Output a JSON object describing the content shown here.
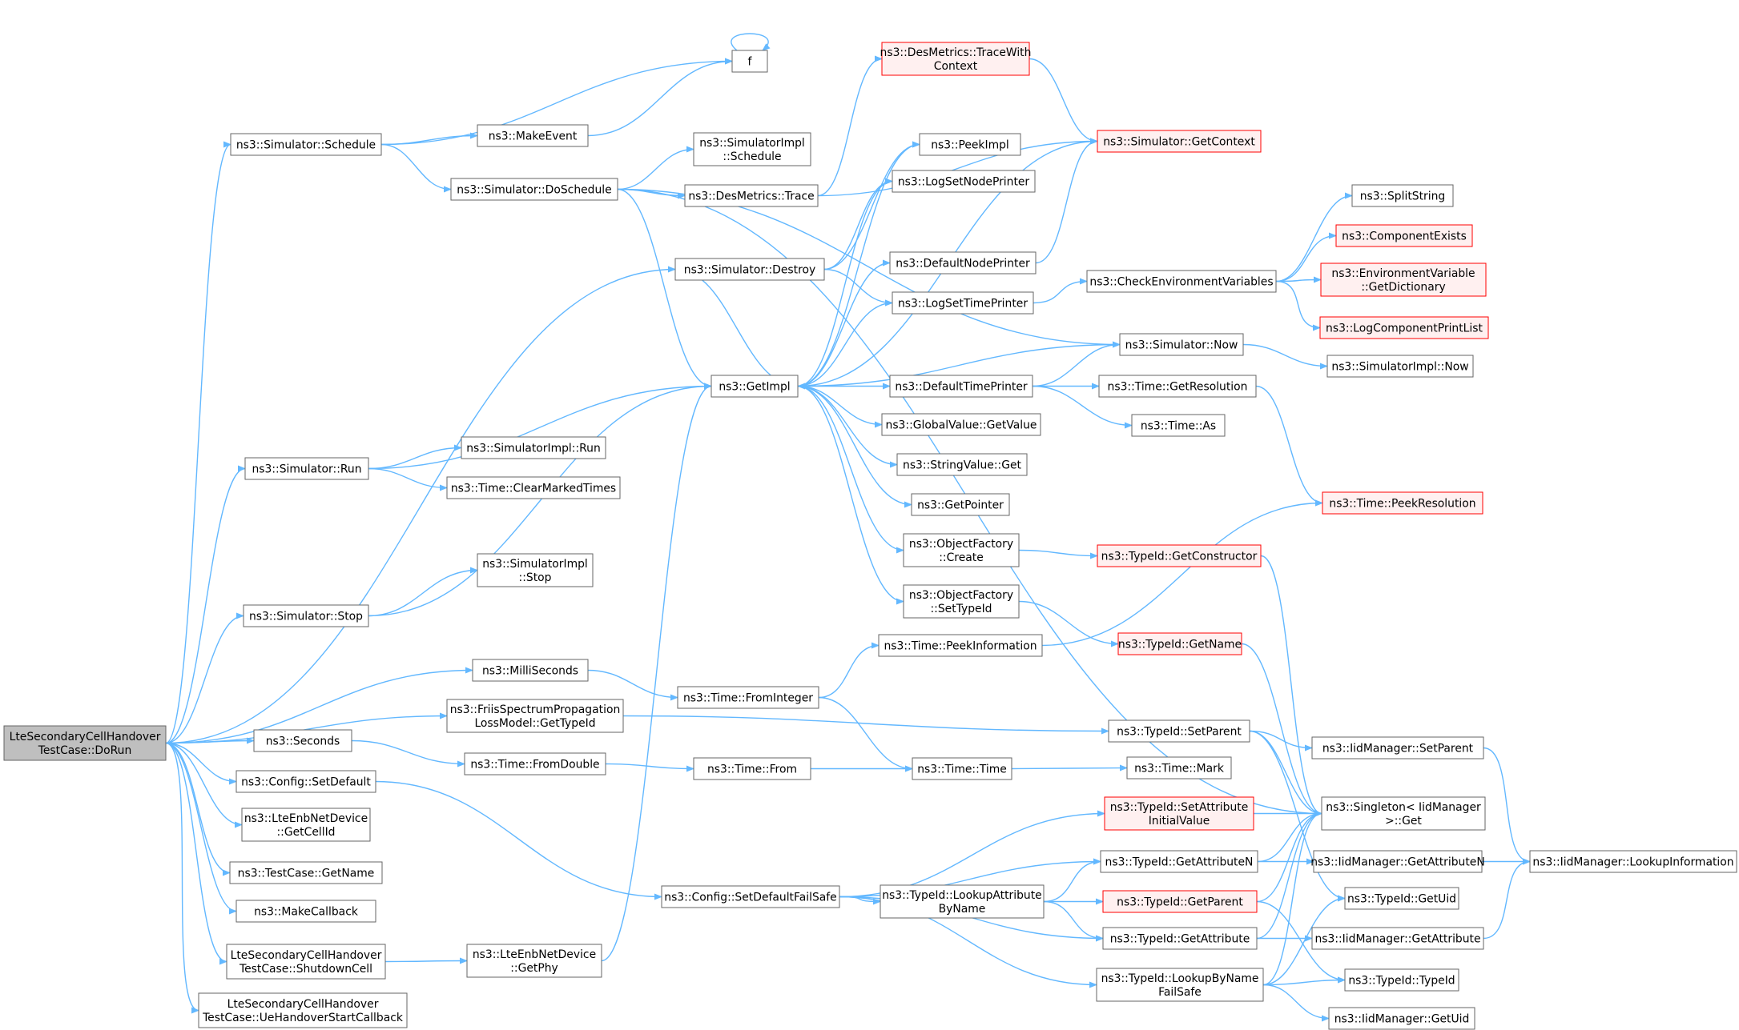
{
  "nodes": [
    {
      "id": "root",
      "lines": [
        "LteSecondaryCellHandover",
        "TestCase::DoRun"
      ],
      "style": "root"
    },
    {
      "id": "f",
      "lines": [
        "f"
      ]
    },
    {
      "id": "schedule",
      "lines": [
        "ns3::Simulator::Schedule"
      ]
    },
    {
      "id": "makeevent",
      "lines": [
        "ns3::MakeEvent"
      ]
    },
    {
      "id": "doschedule",
      "lines": [
        "ns3::Simulator::DoSchedule"
      ]
    },
    {
      "id": "implschedule",
      "lines": [
        "ns3::SimulatorImpl",
        "::Schedule"
      ]
    },
    {
      "id": "trace",
      "lines": [
        "ns3::DesMetrics::Trace"
      ]
    },
    {
      "id": "tracewith",
      "lines": [
        "ns3::DesMetrics::TraceWith",
        "Context"
      ],
      "style": "red"
    },
    {
      "id": "getcontext",
      "lines": [
        "ns3::Simulator::GetContext"
      ],
      "style": "red"
    },
    {
      "id": "peekimpl",
      "lines": [
        "ns3::PeekImpl"
      ]
    },
    {
      "id": "lognodeprinter",
      "lines": [
        "ns3::LogSetNodePrinter"
      ]
    },
    {
      "id": "destroy",
      "lines": [
        "ns3::Simulator::Destroy"
      ]
    },
    {
      "id": "defnodeprinter",
      "lines": [
        "ns3::DefaultNodePrinter"
      ]
    },
    {
      "id": "logtimeprinter",
      "lines": [
        "ns3::LogSetTimePrinter"
      ]
    },
    {
      "id": "checkenv",
      "lines": [
        "ns3::CheckEnvironmentVariables"
      ]
    },
    {
      "id": "splitstring",
      "lines": [
        "ns3::SplitString"
      ]
    },
    {
      "id": "compexists",
      "lines": [
        "ns3::ComponentExists"
      ],
      "style": "red"
    },
    {
      "id": "envdict",
      "lines": [
        "ns3::EnvironmentVariable",
        "::GetDictionary"
      ],
      "style": "red"
    },
    {
      "id": "logcomplist",
      "lines": [
        "ns3::LogComponentPrintList"
      ],
      "style": "red"
    },
    {
      "id": "simnow",
      "lines": [
        "ns3::Simulator::Now"
      ]
    },
    {
      "id": "implnow",
      "lines": [
        "ns3::SimulatorImpl::Now"
      ]
    },
    {
      "id": "getimpl",
      "lines": [
        "ns3::GetImpl"
      ]
    },
    {
      "id": "deftimeprinter",
      "lines": [
        "ns3::DefaultTimePrinter"
      ]
    },
    {
      "id": "getresolution",
      "lines": [
        "ns3::Time::GetResolution"
      ]
    },
    {
      "id": "timeas",
      "lines": [
        "ns3::Time::As"
      ]
    },
    {
      "id": "globalget",
      "lines": [
        "ns3::GlobalValue::GetValue"
      ]
    },
    {
      "id": "stringget",
      "lines": [
        "ns3::StringValue::Get"
      ]
    },
    {
      "id": "getpointer",
      "lines": [
        "ns3::GetPointer"
      ]
    },
    {
      "id": "ofcreate",
      "lines": [
        "ns3::ObjectFactory",
        "::Create"
      ]
    },
    {
      "id": "getconstructor",
      "lines": [
        "ns3::TypeId::GetConstructor"
      ],
      "style": "red"
    },
    {
      "id": "ofsettypeid",
      "lines": [
        "ns3::ObjectFactory",
        "::SetTypeId"
      ]
    },
    {
      "id": "getname",
      "lines": [
        "ns3::TypeId::GetName"
      ],
      "style": "red"
    },
    {
      "id": "peekresolution",
      "lines": [
        "ns3::Time::PeekResolution"
      ],
      "style": "red"
    },
    {
      "id": "run",
      "lines": [
        "ns3::Simulator::Run"
      ]
    },
    {
      "id": "implrun",
      "lines": [
        "ns3::SimulatorImpl::Run"
      ]
    },
    {
      "id": "clearmarked",
      "lines": [
        "ns3::Time::ClearMarkedTimes"
      ]
    },
    {
      "id": "implstop",
      "lines": [
        "ns3::SimulatorImpl",
        "::Stop"
      ]
    },
    {
      "id": "stop",
      "lines": [
        "ns3::Simulator::Stop"
      ]
    },
    {
      "id": "peekinfo",
      "lines": [
        "ns3::Time::PeekInformation"
      ]
    },
    {
      "id": "millis",
      "lines": [
        "ns3::MilliSeconds"
      ]
    },
    {
      "id": "frominteger",
      "lines": [
        "ns3::Time::FromInteger"
      ]
    },
    {
      "id": "friis",
      "lines": [
        "ns3::FriisSpectrumPropagation",
        "LossModel::GetTypeId"
      ]
    },
    {
      "id": "setparent",
      "lines": [
        "ns3::TypeId::SetParent"
      ]
    },
    {
      "id": "iidsetparent",
      "lines": [
        "ns3::IidManager::SetParent"
      ]
    },
    {
      "id": "seconds",
      "lines": [
        "ns3::Seconds"
      ]
    },
    {
      "id": "fromdouble",
      "lines": [
        "ns3::Time::FromDouble"
      ]
    },
    {
      "id": "timefrom",
      "lines": [
        "ns3::Time::From"
      ]
    },
    {
      "id": "timetime",
      "lines": [
        "ns3::Time::Time"
      ]
    },
    {
      "id": "timemark",
      "lines": [
        "ns3::Time::Mark"
      ]
    },
    {
      "id": "setdefault",
      "lines": [
        "ns3::Config::SetDefault"
      ]
    },
    {
      "id": "getcellid",
      "lines": [
        "ns3::LteEnbNetDevice",
        "::GetCellId"
      ]
    },
    {
      "id": "setattrinit",
      "lines": [
        "ns3::TypeId::SetAttribute",
        "InitialValue"
      ],
      "style": "red"
    },
    {
      "id": "singleton",
      "lines": [
        "ns3::Singleton< IidManager",
        ">::Get"
      ]
    },
    {
      "id": "testgetname",
      "lines": [
        "ns3::TestCase::GetName"
      ]
    },
    {
      "id": "getattrn",
      "lines": [
        "ns3::TypeId::GetAttributeN"
      ]
    },
    {
      "id": "iidgetattrn",
      "lines": [
        "ns3::IidManager::GetAttributeN"
      ]
    },
    {
      "id": "lookupinfo",
      "lines": [
        "ns3::IidManager::LookupInformation"
      ]
    },
    {
      "id": "setdefaultfs",
      "lines": [
        "ns3::Config::SetDefaultFailSafe"
      ]
    },
    {
      "id": "lookupattr",
      "lines": [
        "ns3::TypeId::LookupAttribute",
        "ByName"
      ]
    },
    {
      "id": "getparent",
      "lines": [
        "ns3::TypeId::GetParent"
      ],
      "style": "red"
    },
    {
      "id": "getuid",
      "lines": [
        "ns3::TypeId::GetUid"
      ]
    },
    {
      "id": "makecallback",
      "lines": [
        "ns3::MakeCallback"
      ]
    },
    {
      "id": "shutdown",
      "lines": [
        "LteSecondaryCellHandover",
        "TestCase::ShutdownCell"
      ]
    },
    {
      "id": "getphy",
      "lines": [
        "ns3::LteEnbNetDevice",
        "::GetPhy"
      ]
    },
    {
      "id": "getattr",
      "lines": [
        "ns3::TypeId::GetAttribute"
      ]
    },
    {
      "id": "iidgetattr",
      "lines": [
        "ns3::IidManager::GetAttribute"
      ]
    },
    {
      "id": "lookupbyname",
      "lines": [
        "ns3::TypeId::LookupByName",
        "FailSafe"
      ]
    },
    {
      "id": "typeidtypeid",
      "lines": [
        "ns3::TypeId::TypeId"
      ]
    },
    {
      "id": "uehandover",
      "lines": [
        "LteSecondaryCellHandover",
        "TestCase::UeHandoverStartCallback"
      ]
    },
    {
      "id": "iidgetuid",
      "lines": [
        "ns3::IidManager::GetUid"
      ]
    }
  ],
  "edges": [
    [
      "root",
      "schedule"
    ],
    [
      "root",
      "destroy"
    ],
    [
      "root",
      "run"
    ],
    [
      "root",
      "stop"
    ],
    [
      "root",
      "millis"
    ],
    [
      "root",
      "friis"
    ],
    [
      "root",
      "seconds"
    ],
    [
      "root",
      "setdefault"
    ],
    [
      "root",
      "getcellid"
    ],
    [
      "root",
      "testgetname"
    ],
    [
      "root",
      "makecallback"
    ],
    [
      "root",
      "shutdown"
    ],
    [
      "root",
      "uehandover"
    ],
    [
      "schedule",
      "f"
    ],
    [
      "schedule",
      "makeevent"
    ],
    [
      "schedule",
      "doschedule"
    ],
    [
      "makeevent",
      "f"
    ],
    [
      "f",
      "f"
    ],
    [
      "doschedule",
      "implschedule"
    ],
    [
      "doschedule",
      "trace"
    ],
    [
      "doschedule",
      "getimpl"
    ],
    [
      "doschedule",
      "simnow"
    ],
    [
      "doschedule",
      "singleton"
    ],
    [
      "trace",
      "tracewith"
    ],
    [
      "trace",
      "getcontext"
    ],
    [
      "tracewith",
      "getcontext"
    ],
    [
      "destroy",
      "getimpl"
    ],
    [
      "destroy",
      "lognodeprinter"
    ],
    [
      "destroy",
      "logtimeprinter"
    ],
    [
      "destroy",
      "peekimpl"
    ],
    [
      "getimpl",
      "peekimpl"
    ],
    [
      "getimpl",
      "lognodeprinter"
    ],
    [
      "getimpl",
      "defnodeprinter"
    ],
    [
      "getimpl",
      "logtimeprinter"
    ],
    [
      "getimpl",
      "deftimeprinter"
    ],
    [
      "getimpl",
      "globalget"
    ],
    [
      "getimpl",
      "stringget"
    ],
    [
      "getimpl",
      "getpointer"
    ],
    [
      "getimpl",
      "ofcreate"
    ],
    [
      "getimpl",
      "ofsettypeid"
    ],
    [
      "getimpl",
      "getcontext"
    ],
    [
      "defnodeprinter",
      "getcontext"
    ],
    [
      "logtimeprinter",
      "checkenv"
    ],
    [
      "checkenv",
      "splitstring"
    ],
    [
      "checkenv",
      "compexists"
    ],
    [
      "checkenv",
      "envdict"
    ],
    [
      "checkenv",
      "logcomplist"
    ],
    [
      "simnow",
      "getimpl"
    ],
    [
      "simnow",
      "implnow"
    ],
    [
      "deftimeprinter",
      "simnow"
    ],
    [
      "deftimeprinter",
      "getresolution"
    ],
    [
      "deftimeprinter",
      "timeas"
    ],
    [
      "getresolution",
      "peekresolution"
    ],
    [
      "ofcreate",
      "getconstructor"
    ],
    [
      "getconstructor",
      "singleton"
    ],
    [
      "ofsettypeid",
      "getname"
    ],
    [
      "getname",
      "singleton"
    ],
    [
      "run",
      "getimpl"
    ],
    [
      "run",
      "implrun"
    ],
    [
      "run",
      "clearmarked"
    ],
    [
      "stop",
      "implstop"
    ],
    [
      "stop",
      "getimpl"
    ],
    [
      "millis",
      "frominteger"
    ],
    [
      "frominteger",
      "peekinfo"
    ],
    [
      "frominteger",
      "timetime"
    ],
    [
      "peekinfo",
      "peekresolution"
    ],
    [
      "friis",
      "setparent"
    ],
    [
      "setparent",
      "iidsetparent"
    ],
    [
      "setparent",
      "singleton"
    ],
    [
      "setparent",
      "getuid"
    ],
    [
      "iidsetparent",
      "lookupinfo"
    ],
    [
      "seconds",
      "fromdouble"
    ],
    [
      "fromdouble",
      "timefrom"
    ],
    [
      "timefrom",
      "timetime"
    ],
    [
      "timetime",
      "timemark"
    ],
    [
      "setdefault",
      "setdefaultfs"
    ],
    [
      "setdefaultfs",
      "setattrinit"
    ],
    [
      "setdefaultfs",
      "getattrn"
    ],
    [
      "setdefaultfs",
      "lookupattr"
    ],
    [
      "setdefaultfs",
      "getattr"
    ],
    [
      "setdefaultfs",
      "lookupbyname"
    ],
    [
      "setattrinit",
      "singleton"
    ],
    [
      "getattrn",
      "iidgetattrn"
    ],
    [
      "getattrn",
      "singleton"
    ],
    [
      "iidgetattrn",
      "lookupinfo"
    ],
    [
      "lookupattr",
      "getattrn"
    ],
    [
      "lookupattr",
      "getparent"
    ],
    [
      "lookupattr",
      "getattr"
    ],
    [
      "getparent",
      "singleton"
    ],
    [
      "getparent",
      "typeidtypeid"
    ],
    [
      "getattr",
      "iidgetattr"
    ],
    [
      "getattr",
      "singleton"
    ],
    [
      "iidgetattr",
      "lookupinfo"
    ],
    [
      "lookupbyname",
      "singleton"
    ],
    [
      "lookupbyname",
      "getuid"
    ],
    [
      "lookupbyname",
      "typeidtypeid"
    ],
    [
      "lookupbyname",
      "iidgetuid"
    ],
    [
      "shutdown",
      "getphy"
    ],
    [
      "getphy",
      "getimpl"
    ]
  ]
}
